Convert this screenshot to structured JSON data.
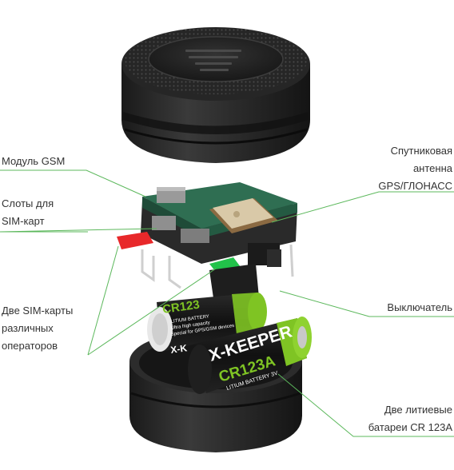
{
  "labels": {
    "gsm_module": [
      "Модуль GSM"
    ],
    "sim_slots": [
      "Слоты для",
      "SIM-карт"
    ],
    "two_sims": [
      "Две SIM-карты",
      "различных",
      "операторов"
    ],
    "antenna": [
      "Спутниковая",
      "антенна",
      "GPS/ГЛОНАСС"
    ],
    "switch": [
      "Выключатель"
    ],
    "batteries": [
      "Две литиевые",
      "батареи CR 123A"
    ]
  },
  "product_text": {
    "battery_brand": "X-KEEPER",
    "battery_model": "CR123A",
    "battery_type": "LITIUM BATTERY 3V",
    "battery_back_model": "CR123",
    "battery_back_type": "LITIUM BATTERY",
    "battery_back_line1": "Ultra high capacity",
    "battery_back_line2": "Special for GPS/GSM devices",
    "back_brand_partial": "X-K"
  },
  "colors": {
    "leader_line": "#5cb85c",
    "sim_red": "#e8282a",
    "sim_green": "#22c24a",
    "battery_green": "#7fc424",
    "housing": "#2a2a2a",
    "pcb": "#2e7d5a"
  }
}
